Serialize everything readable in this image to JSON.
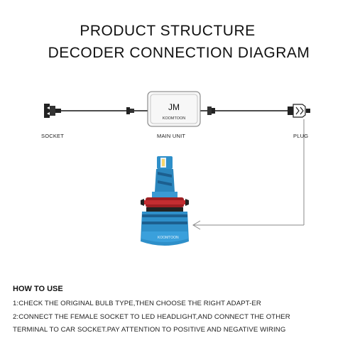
{
  "title_line1": "PRODUCT STRUCTURE",
  "title_line2": "DECODER CONNECTION DIAGRAM",
  "diagram": {
    "socket_label": "SOCKET",
    "main_unit_label": "MAIN UNIT",
    "plug_label": "PLUG",
    "box_text": "JM",
    "brand_text": "KOOMTOON",
    "bulb_brand_text": "KOOMTOON"
  },
  "howto": {
    "heading": "HOW TO USE",
    "step1": "1:CHECK THE ORIGINAL BULB TYPE,THEN CHOOSE THE RIGHT ADAPT-ER",
    "step2_line1": "2:CONNECT THE FEMALE SOCKET TO LED HEADLIGHT,AND CONNECT THE OTHER",
    "step2_line2": "TERMINAL TO CAR SOCKET.PAY ATTENTION TO POSITIVE AND NEGATIVE WIRING"
  },
  "colors": {
    "bulb_blue": "#2e8fc9",
    "bulb_blue_dark": "#1c5f8f",
    "base_red": "#b8252a",
    "wire": "#111111",
    "arrow_line": "#888888"
  }
}
